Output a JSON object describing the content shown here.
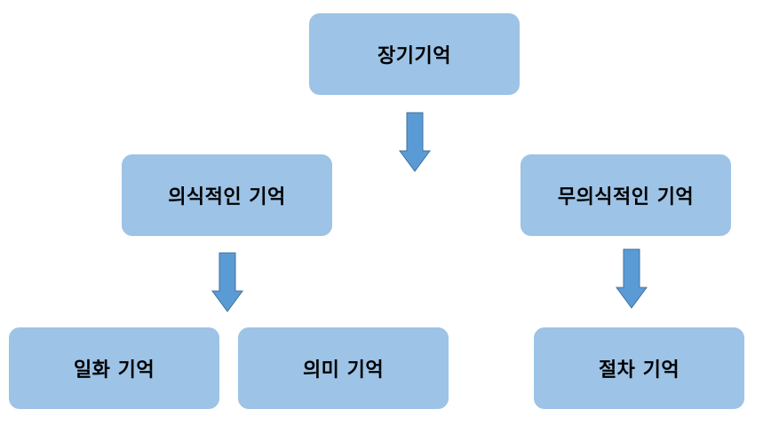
{
  "nodes": {
    "long_term": "장기기억",
    "conscious": "의식적인 기억",
    "unconscious": "무의식적인 기억",
    "episodic": "일화 기억",
    "semantic": "의미 기억",
    "procedural": "절차 기억"
  },
  "colors": {
    "box_fill": "#9dc3e6",
    "arrow_fill": "#5b9bd5",
    "arrow_stroke": "#41719c"
  }
}
